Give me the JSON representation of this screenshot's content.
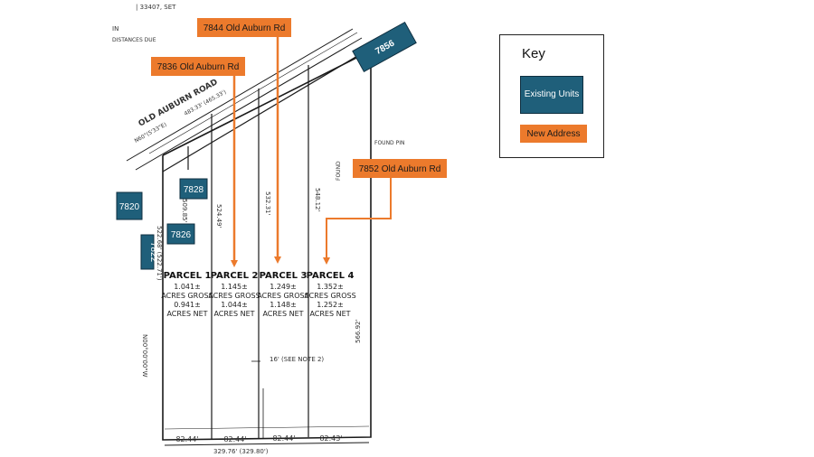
{
  "colors": {
    "existing_unit": "#1f5f7a",
    "new_address": "#ec7a2c",
    "linework": "#1a1a1a"
  },
  "header_fragment": "| 33407, SET",
  "road": {
    "name": "OLD AUBURN ROAD",
    "bearings": [
      "N60°(5'33\"E)",
      "483.33' (465.33')"
    ]
  },
  "fragments": {
    "left_top": "IN",
    "left_mid": "DISTANCES DUE",
    "found_pin": "FOUND PIN",
    "found_right": "FOUND",
    "set_note": "16' (SEE NOTE 2)"
  },
  "parcels": [
    {
      "name": "PARCEL 1",
      "gross": "1.041±",
      "gross_label": "ACRES GROSS",
      "net": "0.941±",
      "net_label": "ACRES NET",
      "frontage": "82.44'"
    },
    {
      "name": "PARCEL 2",
      "gross": "1.145±",
      "gross_label": "ACRES GROSS",
      "net": "1.044±",
      "net_label": "ACRES NET",
      "frontage": "82.44'"
    },
    {
      "name": "PARCEL 3",
      "gross": "1.249±",
      "gross_label": "ACRES GROSS",
      "net": "1.148±",
      "net_label": "ACRES NET",
      "frontage": "82.44'"
    },
    {
      "name": "PARCEL 4",
      "gross": "1.352±",
      "gross_label": "ACRES GROSS",
      "net": "1.252±",
      "net_label": "ACRES NET",
      "frontage": "82.43'"
    }
  ],
  "lot_lines": {
    "west_side": "522.68' (522.71')",
    "west_bearing": "N00°00'00\"W",
    "line_1": "509.85'",
    "line_2": "524.49'",
    "line_3": "532.31'",
    "line_4": "548.12'",
    "east_side": "566.92'",
    "bottom": "329.76' (329.80')"
  },
  "existing_units": [
    "7856",
    "7828",
    "7820",
    "7826",
    "7822"
  ],
  "new_addresses": [
    "7844 Old Auburn Rd",
    "7836 Old Auburn Rd",
    "7852 Old Auburn Rd"
  ],
  "key": {
    "title": "Key",
    "existing_label": "Existing Units",
    "new_label": "New Address"
  }
}
